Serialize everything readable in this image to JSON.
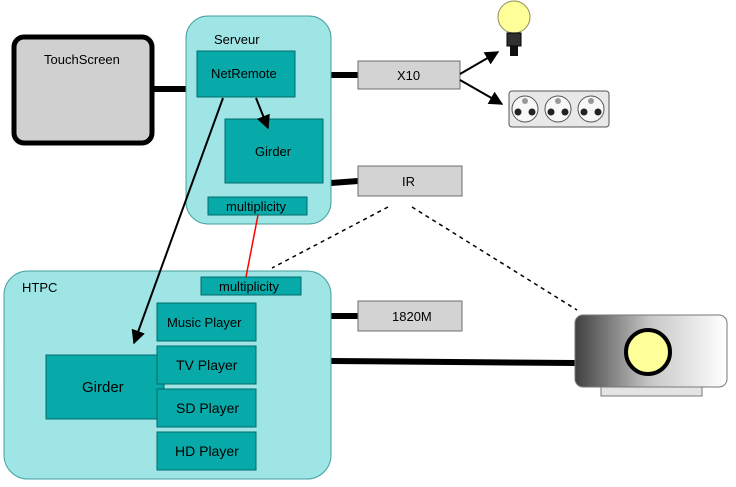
{
  "diagram": {
    "touchscreen": {
      "label": "TouchScreen"
    },
    "server": {
      "title": "Serveur",
      "netremote": "NetRemote",
      "girder": "Girder",
      "multiplicity": "multiplicity"
    },
    "devices": {
      "x10": "X10",
      "ir": "IR",
      "module_1820m": "1820M"
    },
    "htpc": {
      "title": "HTPC",
      "multiplicity": "multiplicity",
      "girder": "Girder",
      "players": [
        "Music Player",
        "TV Player",
        "SD Player",
        "HD Player"
      ]
    },
    "icons": [
      "light-bulb-icon",
      "power-strip-icon",
      "projector-icon"
    ],
    "colors": {
      "cyan_box": "#9fe5e5",
      "teal_box": "#07a9a9",
      "gray_box": "#d3d3d3",
      "link_red": "#ff0000",
      "bulb_yellow": "#ffff99"
    }
  }
}
